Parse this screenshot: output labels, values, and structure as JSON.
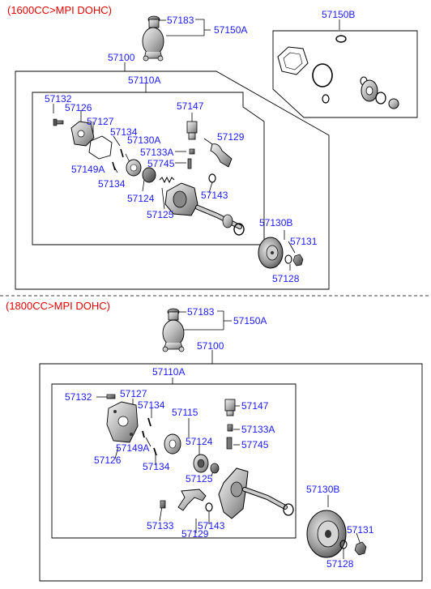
{
  "sections": [
    {
      "title": "(1600CC>MPI DOHC)",
      "labels": {
        "l57183": "57183",
        "l57150A": "57150A",
        "l57150B": "57150B",
        "l57100": "57100",
        "l57110A": "57110A",
        "l57132": "57132",
        "l57126": "57126",
        "l57127": "57127",
        "l57134a": "57134",
        "l57130A": "57130A",
        "l57147": "57147",
        "l57129": "57129",
        "l57133A": "57133A",
        "l57745": "57745",
        "l57149A": "57149A",
        "l57134b": "57134",
        "l57124": "57124",
        "l57143": "57143",
        "l57125": "57125",
        "l57130B": "57130B",
        "l57131": "57131",
        "l57128": "57128"
      }
    },
    {
      "title": "(1800CC>MPI DOHC)",
      "labels": {
        "l57183": "57183",
        "l57150A": "57150A",
        "l57100": "57100",
        "l57110A": "57110A",
        "l57132": "57132",
        "l57127": "57127",
        "l57134a": "57134",
        "l57115": "57115",
        "l57147": "57147",
        "l57133A": "57133A",
        "l57149A": "57149A",
        "l57124": "57124",
        "l57745": "57745",
        "l57126": "57126",
        "l57134b": "57134",
        "l57125": "57125",
        "l57130B": "57130B",
        "l57133": "57133",
        "l57143": "57143",
        "l57131": "57131",
        "l57129": "57129",
        "l57128": "57128"
      }
    }
  ],
  "colors": {
    "label": "#1a1aff",
    "header": "#e00000",
    "line": "#000000"
  }
}
